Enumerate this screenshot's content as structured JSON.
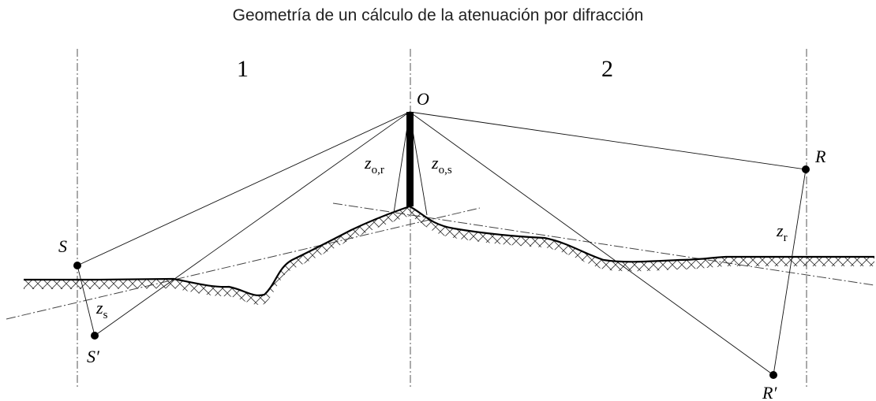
{
  "title": "Geometría de un cálculo de la atenuación por difracción",
  "regions": {
    "left": "1",
    "right": "2"
  },
  "points": {
    "source": "S",
    "source_image": "S′",
    "receiver": "R",
    "receiver_image": "R′",
    "diffraction_edge": "O"
  },
  "heights": {
    "z_s_main": "z",
    "z_s_sub": "s",
    "z_r_main": "z",
    "z_r_sub": "r",
    "z_or_main": "z",
    "z_or_sub": "o,r",
    "z_os_main": "z",
    "z_os_sub": "o,s"
  }
}
